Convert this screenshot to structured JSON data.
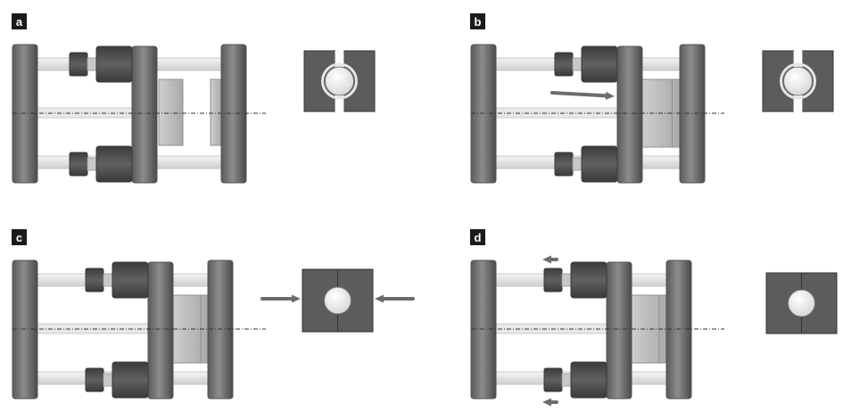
{
  "panels": [
    {
      "label": "a",
      "platen_state": "open",
      "mold_state": "open",
      "arrows": "none",
      "clamp_state": "open"
    },
    {
      "label": "b",
      "platen_state": "closing",
      "mold_state": "closed",
      "arrows": "platen-forward",
      "clamp_state": "open"
    },
    {
      "label": "c",
      "platen_state": "closed",
      "mold_state": "closed",
      "arrows": "squeeze-inward",
      "clamp_state": "pressed"
    },
    {
      "label": "d",
      "platen_state": "locked",
      "mold_state": "closed",
      "arrows": "actuators-retract",
      "clamp_state": "closed"
    }
  ],
  "colors": {
    "background": "#ffffff",
    "column": "#7b7b7b",
    "column_dark": "#555555",
    "tie_bar": "#e2e2e2",
    "actuator": "#4e4e4e",
    "actuator_dark": "#3a3a3a",
    "mold": "#bdbdbd",
    "mold_edge": "#909090",
    "clamp_block": "#5c5c5c",
    "pipe": "#e8e8e8",
    "ball_fill": "#f4f4f4",
    "arrow": "#6c6c6c",
    "axis_line": "#333333",
    "label_bg": "#1a1a1a",
    "label_text": "#ffffff"
  }
}
